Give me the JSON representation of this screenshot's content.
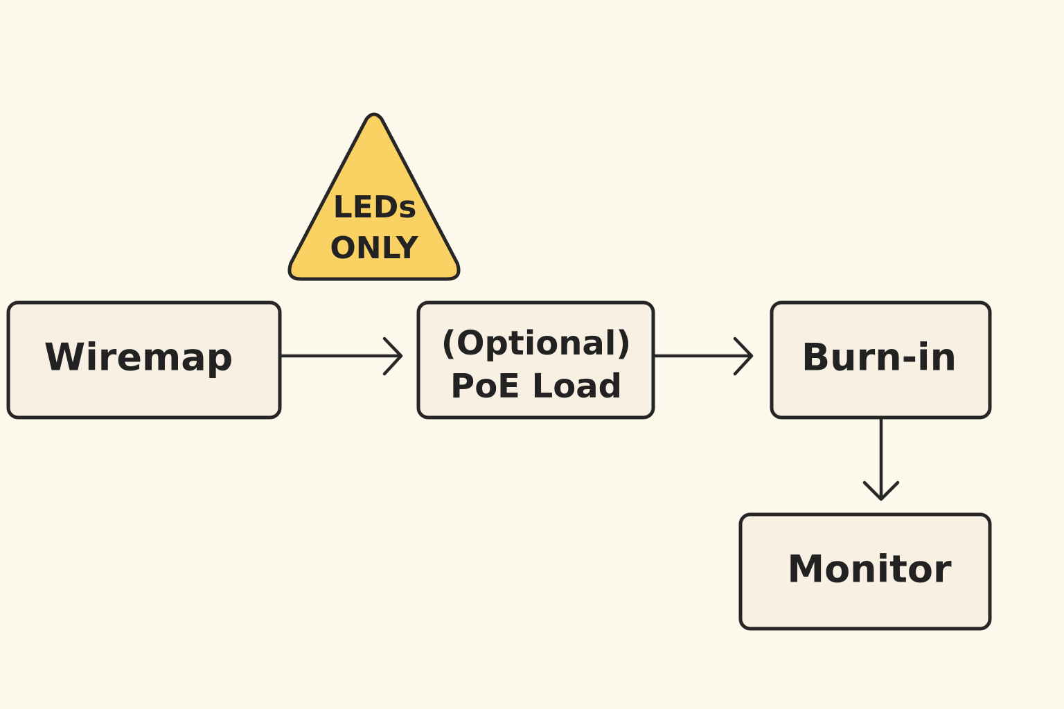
{
  "nodes": {
    "wiremap": {
      "label": "Wiremap"
    },
    "poe_load": {
      "line1": "(Optional)",
      "line2": "PoE Load"
    },
    "burn_in": {
      "label": "Burn-in"
    },
    "monitor": {
      "label": "Monitor"
    }
  },
  "warning": {
    "icon": "warning-triangle-icon",
    "line1": "LEDs",
    "line2": "ONLY",
    "fill_color": "#f9d263"
  },
  "edges": [
    {
      "from": "Wiremap",
      "to": "(Optional) PoE Load"
    },
    {
      "from": "(Optional) PoE Load",
      "to": "Burn-in"
    },
    {
      "from": "Burn-in",
      "to": "Monitor"
    }
  ],
  "colors": {
    "background": "#fdf9ec",
    "box_fill": "#f8f1e3",
    "stroke": "#262626",
    "text": "#222222"
  }
}
